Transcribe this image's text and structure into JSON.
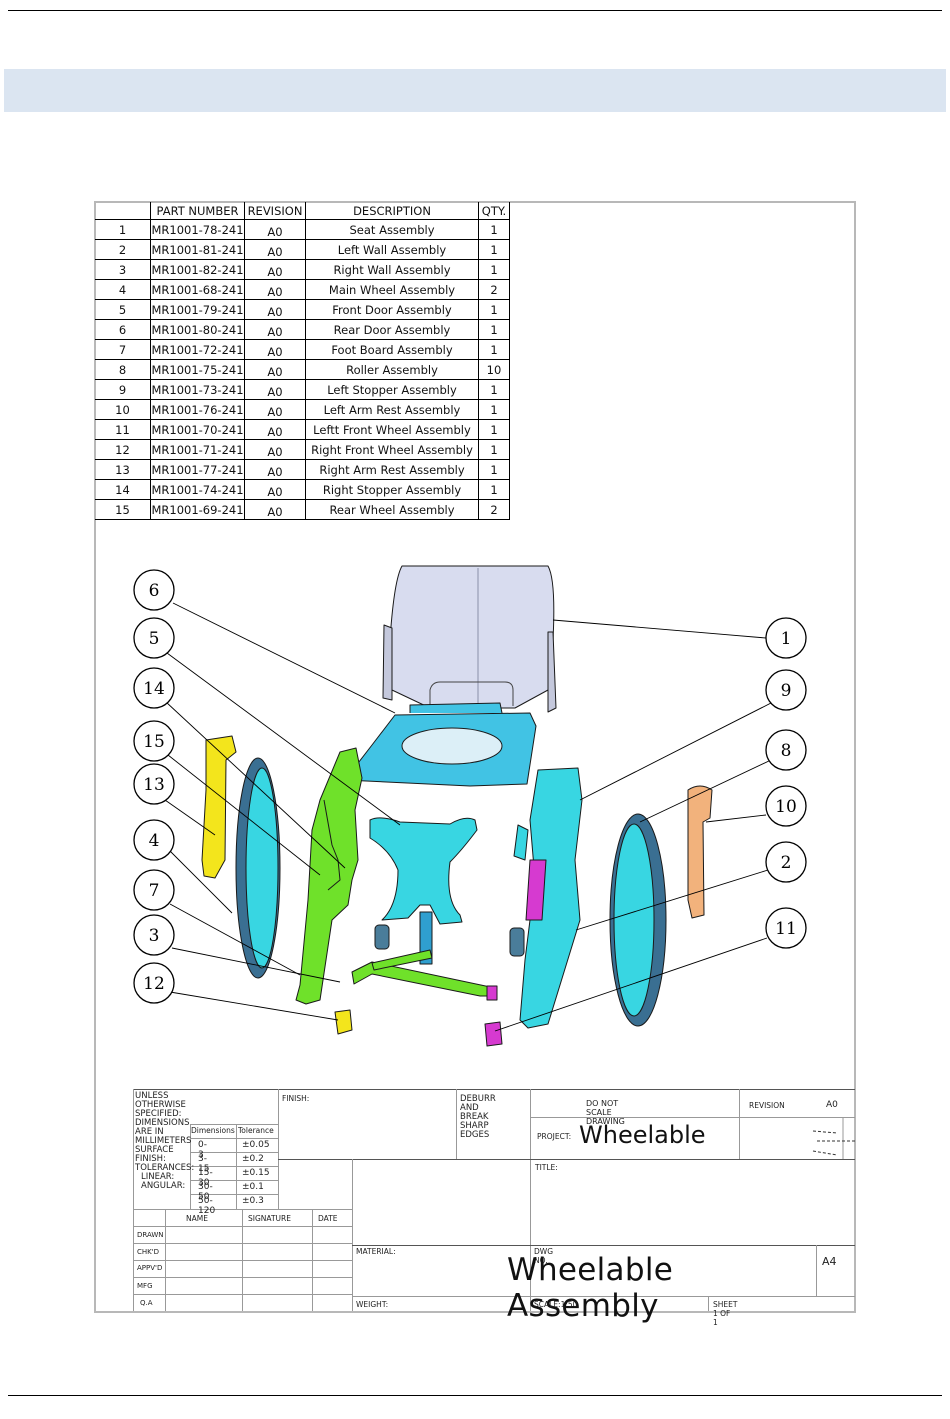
{
  "bom": {
    "headers": [
      "",
      "PART NUMBER",
      "REVISION",
      "DESCRIPTION",
      "QTY."
    ],
    "rows": [
      [
        "1",
        "MR1001-78-241",
        "A0",
        "Seat Assembly",
        "1"
      ],
      [
        "2",
        "MR1001-81-241",
        "A0",
        "Left Wall Assembly",
        "1"
      ],
      [
        "3",
        "MR1001-82-241",
        "A0",
        "Right Wall Assembly",
        "1"
      ],
      [
        "4",
        "MR1001-68-241",
        "A0",
        "Main Wheel Assembly",
        "2"
      ],
      [
        "5",
        "MR1001-79-241",
        "A0",
        "Front Door Assembly",
        "1"
      ],
      [
        "6",
        "MR1001-80-241",
        "A0",
        "Rear Door Assembly",
        "1"
      ],
      [
        "7",
        "MR1001-72-241",
        "A0",
        "Foot Board Assembly",
        "1"
      ],
      [
        "8",
        "MR1001-75-241",
        "A0",
        "Roller Assembly",
        "10"
      ],
      [
        "9",
        "MR1001-73-241",
        "A0",
        "Left Stopper Assembly",
        "1"
      ],
      [
        "10",
        "MR1001-76-241",
        "A0",
        "Left Arm Rest Assembly",
        "1"
      ],
      [
        "11",
        "MR1001-70-241",
        "A0",
        "Leftt Front Wheel Assembly",
        "1"
      ],
      [
        "12",
        "MR1001-71-241",
        "A0",
        "Right Front Wheel Assembly",
        "1"
      ],
      [
        "13",
        "MR1001-77-241",
        "A0",
        "Right Arm Rest Assembly",
        "1"
      ],
      [
        "14",
        "MR1001-74-241",
        "A0",
        "Right Stopper Assembly",
        "1"
      ],
      [
        "15",
        "MR1001-69-241",
        "A0",
        "Rear Wheel Assembly",
        "2"
      ]
    ]
  },
  "balloons": [
    "1",
    "2",
    "3",
    "4",
    "5",
    "6",
    "7",
    "8",
    "9",
    "10",
    "11",
    "12",
    "13",
    "14",
    "15"
  ],
  "title_block": {
    "unless_specified": "UNLESS OTHERWISE SPECIFIED:",
    "dims_mm": "DIMENSIONS ARE IN MILLIMETERS",
    "surface_finish": "SURFACE FINISH:",
    "tolerances": "TOLERANCES:",
    "linear": "LINEAR:",
    "angular": "ANGULAR:",
    "tol_headers": [
      "Dimensions",
      "Tolerance"
    ],
    "tol_rows": [
      [
        "0-3",
        "±0.05"
      ],
      [
        "3-15",
        "±0.2"
      ],
      [
        "15-30",
        "±0.15"
      ],
      [
        "30-50",
        "±0.1"
      ],
      [
        "50-120",
        "±0.3"
      ]
    ],
    "finish": "FINISH:",
    "deburr": [
      "DEBURR AND",
      "BREAK SHARP",
      "EDGES"
    ],
    "do_not_scale": "DO NOT SCALE DRAWING",
    "revision_label": "REVISION",
    "revision_value": "A0",
    "project_label": "PROJECT:",
    "project_name": "Wheelable",
    "title_label": "TITLE:",
    "sign_headers": [
      "NAME",
      "SIGNATURE",
      "DATE"
    ],
    "sign_rows": [
      "DRAWN",
      "CHK'D",
      "APPV'D",
      "MFG",
      "Q.A"
    ],
    "material_label": "MATERIAL:",
    "dwg_no_label": "DWG NO.",
    "dwg_name": "Wheelable Assembly",
    "size": "A4",
    "weight_label": "WEIGHT:",
    "scale": "SCALE:1:50",
    "sheet": "SHEET 1 OF 1"
  },
  "colors": {
    "band": "#dbe5f1",
    "cyan": "#38d6e2",
    "green": "#6fe12a",
    "yellow": "#f3e51c",
    "orange": "#f2b27c",
    "seat": "#d8dcef",
    "blue_wheel": "#3a6f92",
    "magenta": "#d63ad0"
  }
}
